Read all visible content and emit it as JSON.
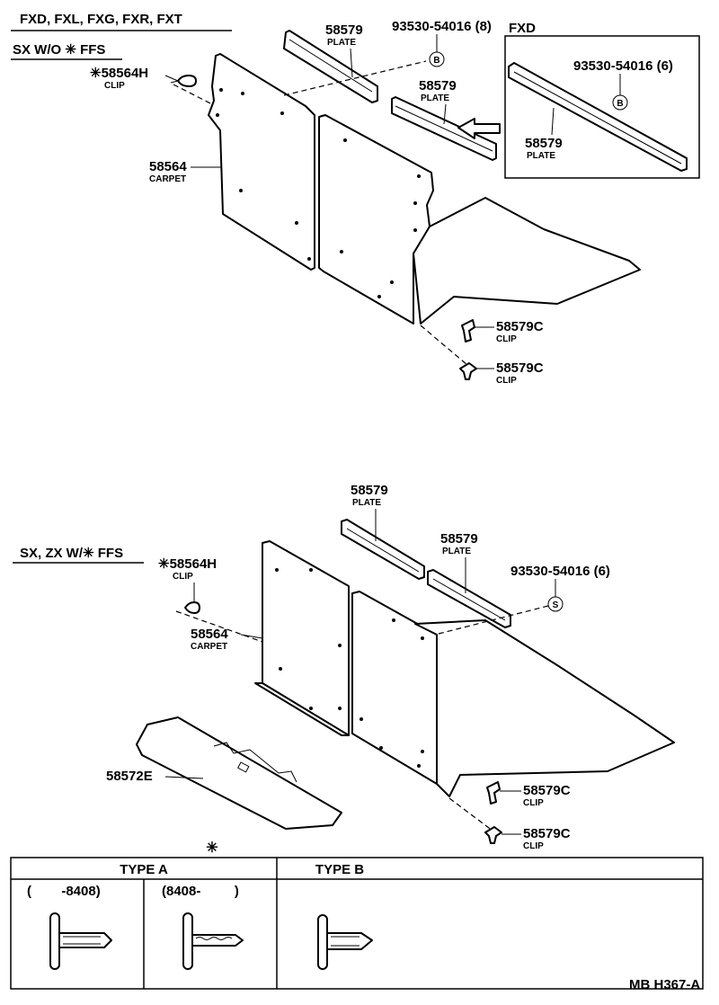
{
  "top": {
    "model_line": "FXD, FXL, FXG, FXR, FXT",
    "condition": "SX W/O ✳ FFS",
    "clip_h": {
      "part": "58564H",
      "name": "CLIP",
      "mark": "✳"
    },
    "carpet": {
      "part": "58564",
      "name": "CARPET"
    },
    "plate_a": {
      "part": "58579",
      "name": "PLATE"
    },
    "plate_b": {
      "part": "58579",
      "name": "PLATE"
    },
    "screw": {
      "part": "93530-54016",
      "qty": "(8)"
    },
    "clip_c1": {
      "part": "58579C",
      "name": "CLIP"
    },
    "clip_c2": {
      "part": "58579C",
      "name": "CLIP"
    },
    "fxd_box": {
      "title": "FXD",
      "screw": {
        "part": "93530-54016",
        "qty": "(6)"
      },
      "plate": {
        "part": "58579",
        "name": "PLATE"
      }
    }
  },
  "bottom": {
    "condition": "SX, ZX W/✳ FFS",
    "clip_h": {
      "part": "58564H",
      "name": "CLIP",
      "mark": "✳"
    },
    "carpet": {
      "part": "58564",
      "name": "CARPET"
    },
    "plate_a": {
      "part": "58579",
      "name": "PLATE"
    },
    "plate_b": {
      "part": "58579",
      "name": "PLATE"
    },
    "screw": {
      "part": "93530-54016",
      "qty": "(6)"
    },
    "mat": {
      "part": "58572E"
    },
    "clip_c1": {
      "part": "58579C",
      "name": "CLIP"
    },
    "clip_c2": {
      "part": "58579C",
      "name": "CLIP"
    }
  },
  "legend": {
    "mark": "✳",
    "type_a": "TYPE A",
    "type_b": "TYPE B",
    "range_1": "(        -8408)",
    "range_2": "(8408-         )"
  },
  "figure_code": "MB H367-A",
  "callout_marks": {
    "b": "B",
    "s": "S"
  }
}
